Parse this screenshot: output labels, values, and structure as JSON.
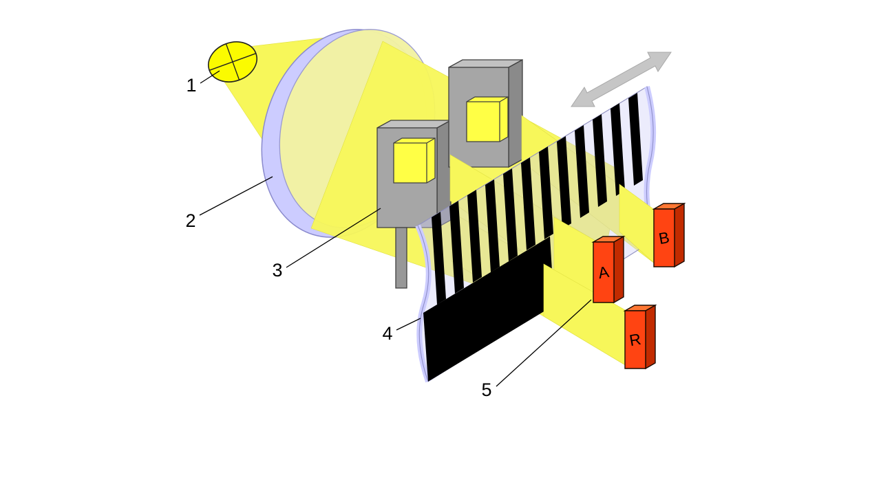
{
  "labels": {
    "light_source": "1",
    "lens": "2",
    "mask": "3",
    "scale": "4",
    "detector": "5"
  },
  "sensors": {
    "a": "A",
    "b": "B",
    "r": "R"
  },
  "colors": {
    "background": "#FFFFFF",
    "beam_yellow": "#F7F75A",
    "bulb_yellow": "#FBFB00",
    "lens_rim_lavender": "#CCCCFF",
    "lens_face_yellow": "#F2F2A2",
    "mask_gray": "#A6A6A6",
    "scale_edge_lavender": "#CCCCFF",
    "scale_stripe_black": "#000000",
    "detector_orange": "#FF4412",
    "arrow_gray": "#C6C6C6"
  }
}
